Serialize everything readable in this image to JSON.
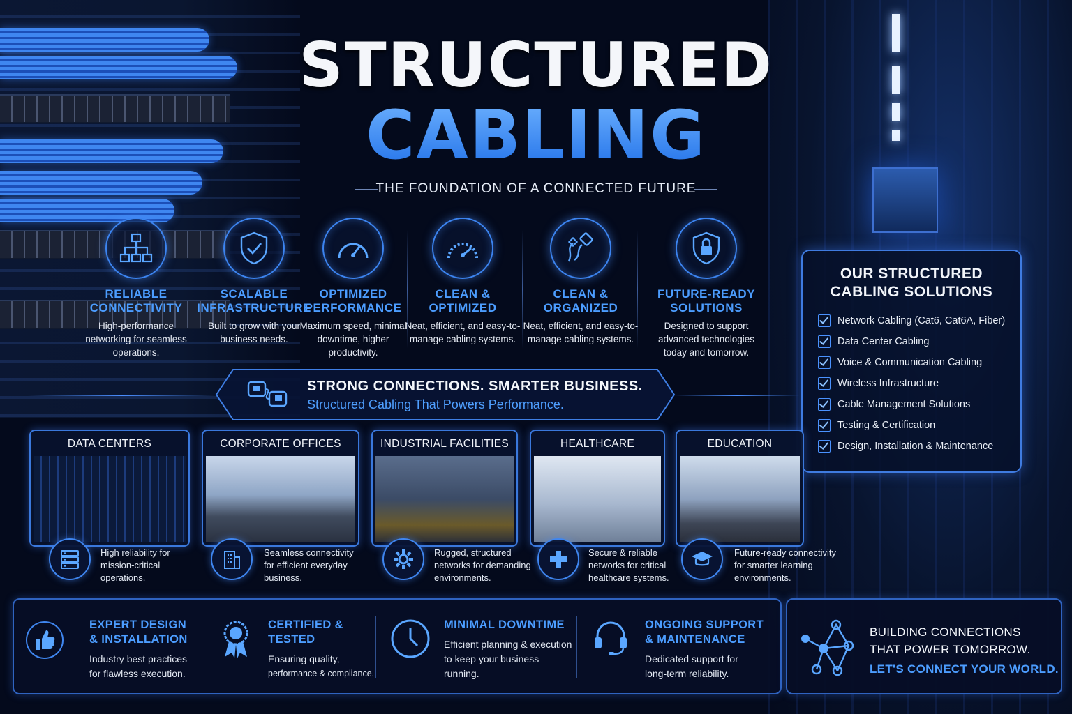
{
  "title": {
    "line1": "STRUCTURED",
    "line2": "CABLING",
    "subtitle": "THE FOUNDATION OF A CONNECTED FUTURE"
  },
  "features": [
    {
      "icon": "network-hierarchy-icon",
      "title": "RELIABLE CONNECTIVITY",
      "desc": "High-performance networking for seamless operations."
    },
    {
      "icon": "shield-check-icon",
      "title": "SCALABLE INFRASTRUCTURE",
      "desc": "Built to grow with your business needs."
    },
    {
      "icon": "speedometer-icon",
      "title": "OPTIMIZED PERFORMANCE",
      "desc": "Maximum speed, minimal downtime, higher productivity."
    },
    {
      "icon": "gauge-icon",
      "title": "CLEAN & OPTIMIZED",
      "desc": "Neat, efficient, and easy-to-manage cabling systems."
    },
    {
      "icon": "cable-plug-icon",
      "title": "CLEAN & ORGANIZED",
      "desc": "Neat, efficient, and easy-to-manage cabling systems."
    },
    {
      "icon": "shield-lock-icon",
      "title": "FUTURE-READY SOLUTIONS",
      "desc": "Designed to support advanced technologies today and tomorrow."
    }
  ],
  "banner": {
    "line1": "STRONG CONNECTIONS. SMARTER BUSINESS.",
    "line2": "Structured Cabling That Powers Performance.",
    "icon": "connector-icon"
  },
  "solutions": {
    "title_line1": "OUR STRUCTURED",
    "title_line2": "CABLING SOLUTIONS",
    "items": [
      "Network Cabling (Cat6, Cat6A, Fiber)",
      "Data Center Cabling",
      "Voice & Communication Cabling",
      "Wireless Infrastructure",
      "Cable Management Solutions",
      "Testing & Certification",
      "Design, Installation & Maintenance"
    ]
  },
  "industries": [
    {
      "label": "DATA CENTERS",
      "icon": "server-icon",
      "desc_lines": [
        "High reliability for",
        "mission-critical",
        "operations."
      ]
    },
    {
      "label": "CORPORATE OFFICES",
      "icon": "building-icon",
      "desc_lines": [
        "Seamless connectivity",
        "for efficient everyday",
        "business."
      ]
    },
    {
      "label": "INDUSTRIAL FACILITIES",
      "icon": "gear-icon",
      "desc_lines": [
        "Rugged, structured",
        "networks for demanding",
        "environments."
      ]
    },
    {
      "label": "HEALTHCARE",
      "icon": "medical-cross-icon",
      "desc_lines": [
        "Secure & reliable",
        "networks for critical",
        "healthcare systems."
      ]
    },
    {
      "label": "EDUCATION",
      "icon": "graduation-cap-icon",
      "desc_lines": [
        "Future-ready connectivity",
        "for smarter learning",
        "environments."
      ]
    }
  ],
  "benefits": [
    {
      "icon": "thumbs-up-icon",
      "title_lines": [
        "EXPERT DESIGN",
        "& INSTALLATION"
      ],
      "desc_lines": [
        "Industry best practices",
        "for flawless execution."
      ]
    },
    {
      "icon": "award-ribbon-icon",
      "title_lines": [
        "CERTIFIED &",
        "TESTED"
      ],
      "desc_lines": [
        "Ensuring quality,",
        "performance & compliance."
      ]
    },
    {
      "icon": "clock-icon",
      "title_lines": [
        "MINIMAL DOWNTIME",
        ""
      ],
      "desc_lines": [
        "Efficient planning & execution",
        "to keep your business",
        "running."
      ]
    },
    {
      "icon": "headset-icon",
      "title_lines": [
        "ONGOING SUPPORT",
        "& MAINTENANCE"
      ],
      "desc_lines": [
        "Dedicated support for",
        "long-term reliability."
      ]
    }
  ],
  "cta": {
    "icon": "network-nodes-icon",
    "line1": "BUILDING CONNECTIONS",
    "line2": "THAT POWER TOMORROW.",
    "line3": "LET'S CONNECT YOUR WORLD."
  },
  "colors": {
    "accent": "#3d8bf6",
    "background": "#040a1c",
    "text": "#f2f5fa"
  }
}
